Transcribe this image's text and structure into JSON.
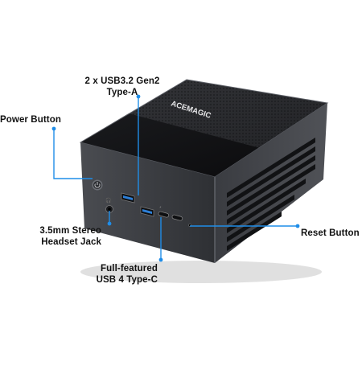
{
  "product": {
    "brand_logo": "ACEMAGIC",
    "case_color": "#3a3c40",
    "top_color": "#2a2b2f",
    "accent_color": "#1f8de8"
  },
  "callouts": {
    "usb_a": {
      "line1": "2 x USB3.2 Gen2",
      "line2": "Type-A"
    },
    "power": {
      "text": "Power Button"
    },
    "audio": {
      "line1": "3.5mm Stereo",
      "line2": "Headset Jack"
    },
    "reset": {
      "text": "Reset Button"
    },
    "usb_c": {
      "line1": "Full-featured",
      "line2": "USB 4 Type-C"
    }
  },
  "icons": [
    "power-icon",
    "headphone-icon",
    "usb-a-port-icon",
    "usb-c-port-icon",
    "reset-pinhole-icon"
  ]
}
